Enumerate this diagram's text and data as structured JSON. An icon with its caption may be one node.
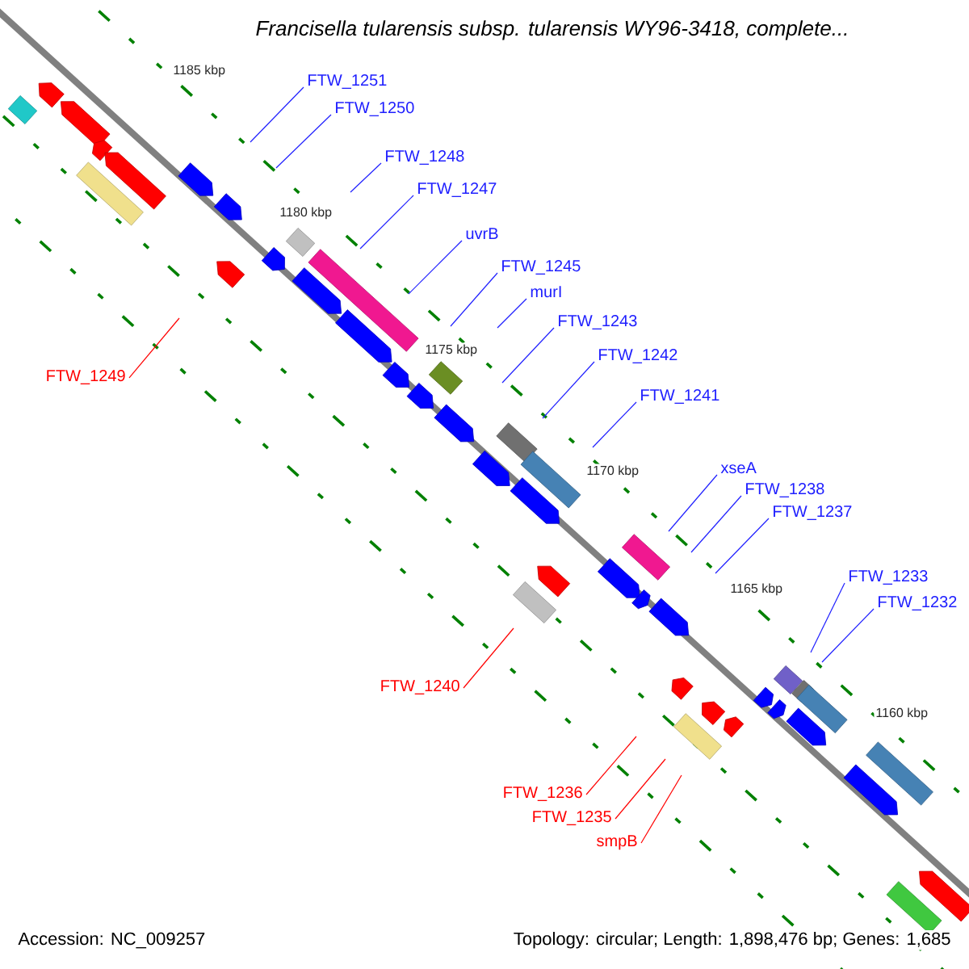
{
  "diagram": {
    "title": "Francisella tularensis subsp. tularensis WY96-3418, complete...",
    "nodes": [
      {
        "text": [
          "FTW_1251"
        ]
      },
      {
        "text": [
          "FTW_1250"
        ]
      },
      {
        "text": [
          "FTW_1248"
        ]
      },
      {
        "text": [
          "FTW_1247"
        ]
      },
      {
        "text": [
          "uvrB"
        ]
      },
      {
        "text": [
          "FTW_1245"
        ]
      },
      {
        "text": [
          "murI"
        ]
      },
      {
        "text": [
          "FTW_1243"
        ]
      },
      {
        "text": [
          "FTW_1242"
        ]
      },
      {
        "text": [
          "FTW_1241"
        ]
      },
      {
        "text": [
          "xseA"
        ]
      },
      {
        "text": [
          "FTW_1238"
        ]
      },
      {
        "text": [
          "FTW_1237"
        ]
      },
      {
        "text": [
          "FTW_1233"
        ]
      },
      {
        "text": [
          "FTW_1232"
        ]
      },
      {
        "text": [
          "FTW_1249"
        ]
      },
      {
        "text": [
          "FTW_1240"
        ]
      },
      {
        "text": [
          "FTW_1236"
        ]
      },
      {
        "text": [
          "FTW_1235"
        ]
      },
      {
        "text": [
          "smpB"
        ]
      }
    ],
    "edges": [
      {
        "from": 0,
        "to": null,
        "arrow": "none"
      },
      {
        "from": 1,
        "to": null,
        "arrow": "none"
      },
      {
        "from": 2,
        "to": null,
        "arrow": "none"
      },
      {
        "from": 3,
        "to": null,
        "arrow": "none"
      },
      {
        "from": 4,
        "to": null,
        "arrow": "none"
      },
      {
        "from": 5,
        "to": null,
        "arrow": "none"
      },
      {
        "from": 6,
        "to": null,
        "arrow": "none"
      },
      {
        "from": 7,
        "to": null,
        "arrow": "none"
      },
      {
        "from": 8,
        "to": null,
        "arrow": "none"
      },
      {
        "from": 9,
        "to": null,
        "arrow": "none"
      },
      {
        "from": 10,
        "to": null,
        "arrow": "none"
      },
      {
        "from": 11,
        "to": null,
        "arrow": "none"
      },
      {
        "from": 12,
        "to": null,
        "arrow": "none"
      },
      {
        "from": 13,
        "to": null,
        "arrow": "none"
      },
      {
        "from": 14,
        "to": null,
        "arrow": "none"
      },
      {
        "from": 15,
        "to": null,
        "arrow": "none",
        "color": "#ff0000"
      },
      {
        "from": 16,
        "to": null,
        "arrow": "none",
        "color": "#ff0000"
      },
      {
        "from": 17,
        "to": null,
        "arrow": "none",
        "color": "#ff0000"
      },
      {
        "from": 18,
        "to": null,
        "arrow": "none",
        "color": "#ff0000"
      },
      {
        "from": 19,
        "to": null,
        "arrow": "none",
        "color": "#ff0000"
      }
    ],
    "labels": [
      "1185 kbp",
      "1180 kbp",
      "1175 kbp",
      "1170 kbp",
      "1165 kbp",
      "1160 kbp",
      "Accession: NC_009257",
      "Topology: circular; Length: 1,898,476 bp; Genes: 1,685"
    ]
  }
}
